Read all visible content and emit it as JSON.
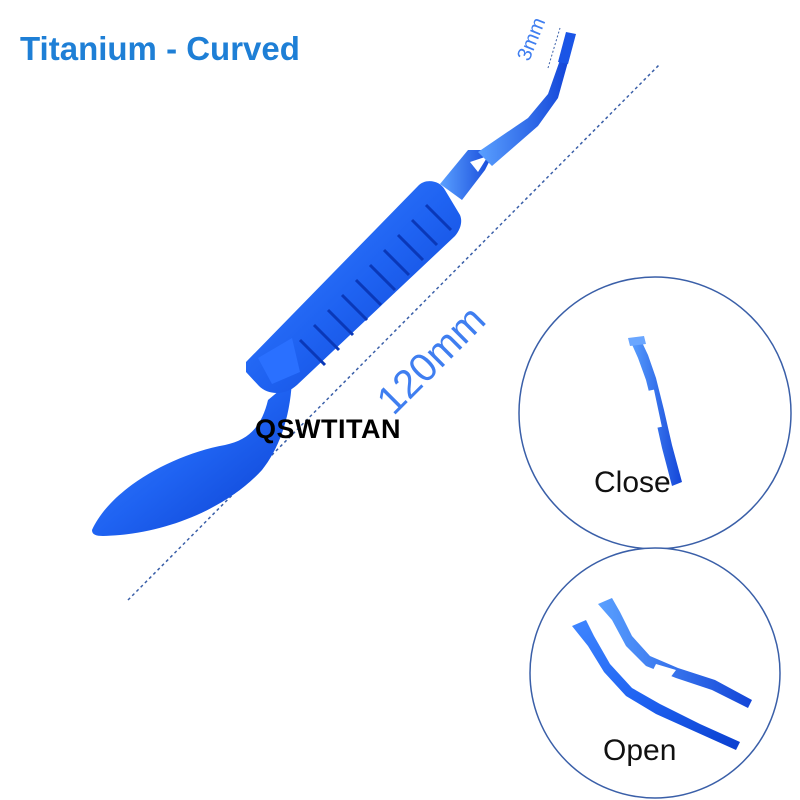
{
  "title": "Titanium - Curved",
  "brand": "QSWTITAN",
  "dimensions": {
    "length": "120mm",
    "tip": "3mm"
  },
  "insets": {
    "close_label": "Close",
    "open_label": "Open"
  },
  "colors": {
    "title": "#1e7fd6",
    "instrument": "#1f63f2",
    "instrument_dark": "#0b3fcf",
    "dimension_text": "#3f7ef0",
    "dimension_line": "#3a5fa8",
    "inset_circle": "#3a5fa8"
  }
}
